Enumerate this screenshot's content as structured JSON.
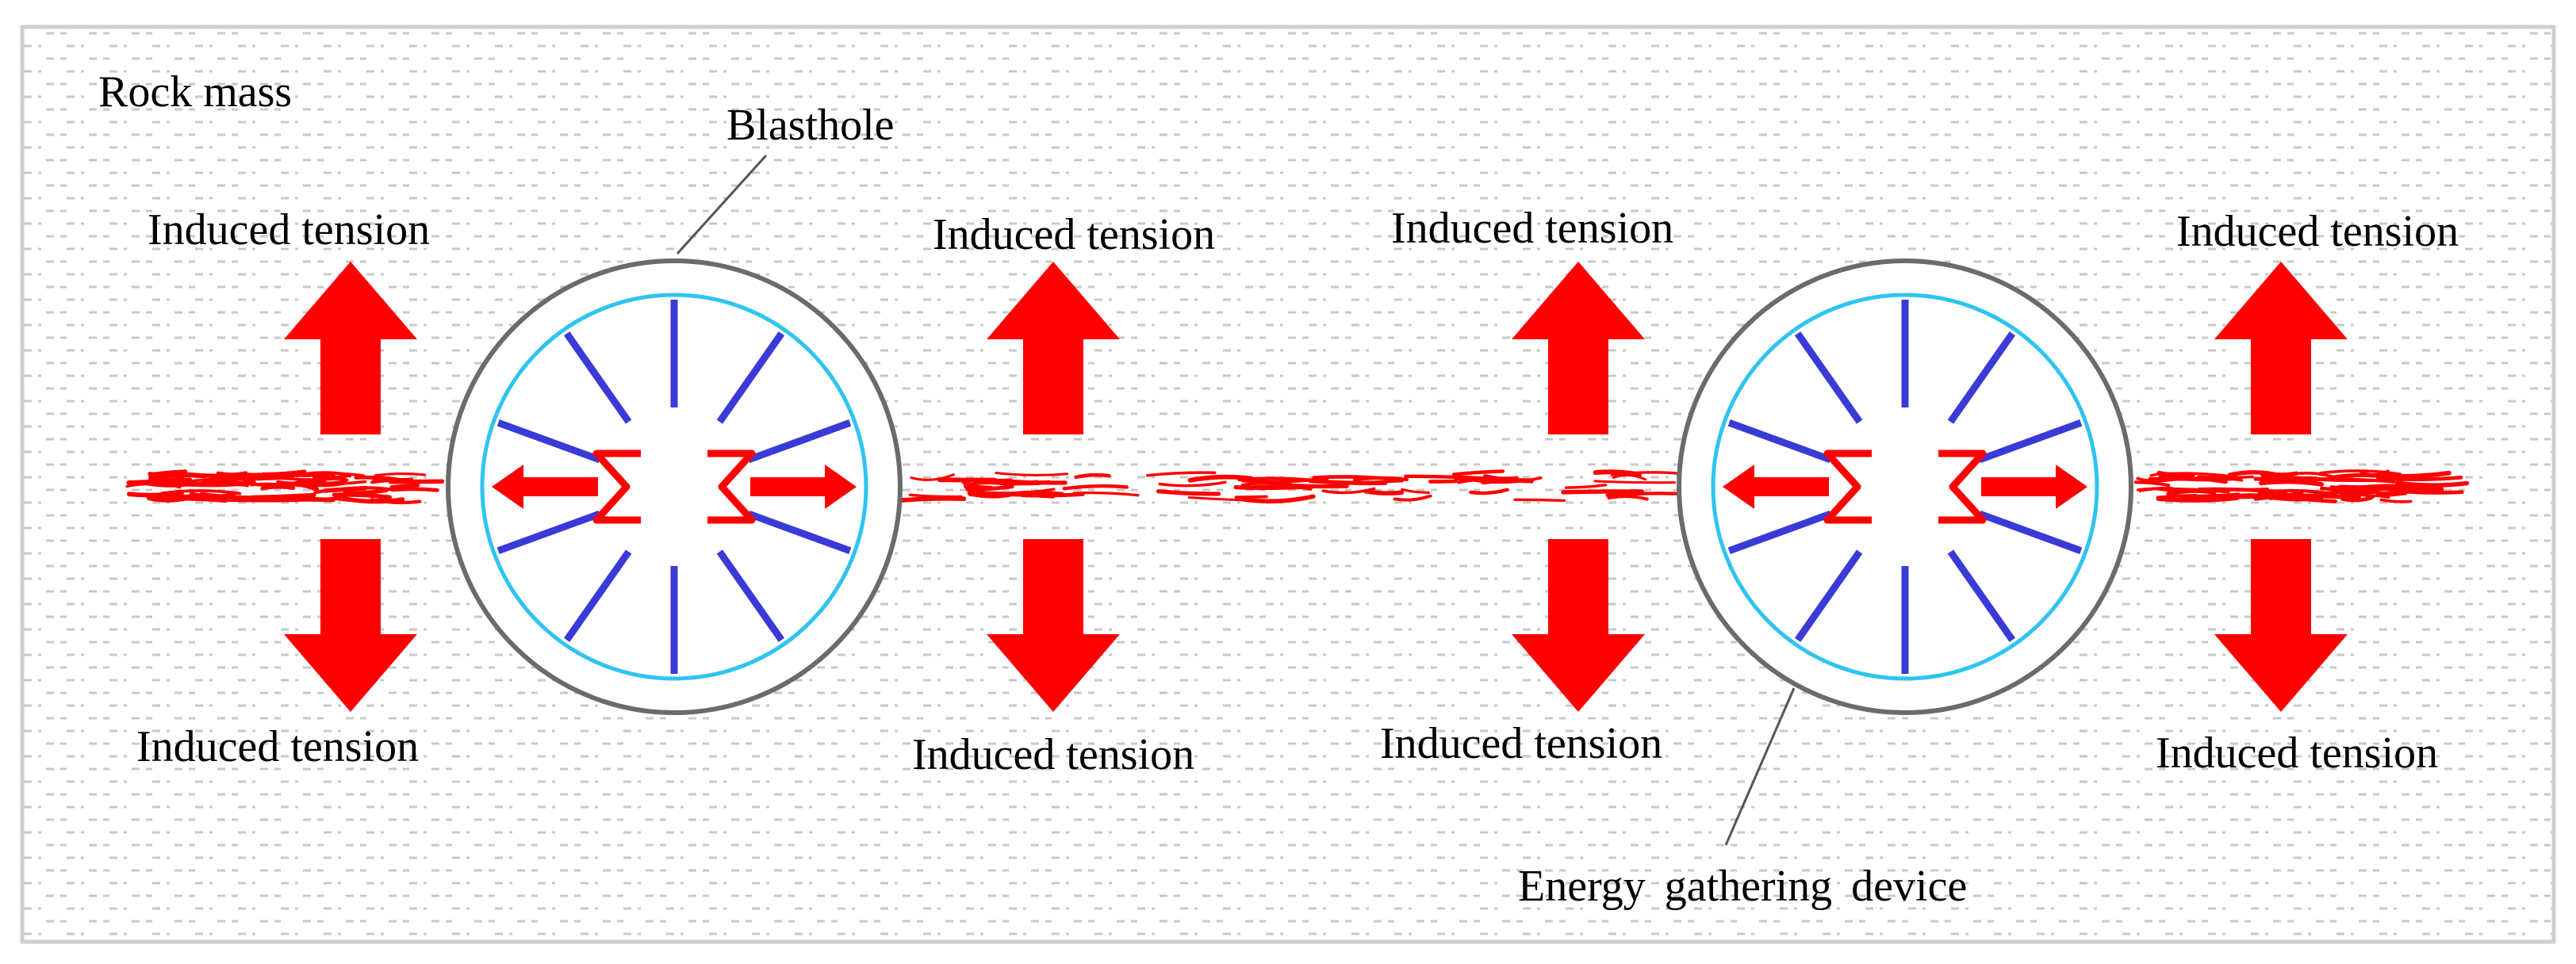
{
  "labels": {
    "rock_mass": "Rock mass",
    "blasthole": "Blasthole",
    "induced_tension": "Induced tension",
    "energy_device": "Energy gathering device"
  },
  "colors": {
    "background_dashes": "#c8c8c8",
    "frame": "#cfcfcf",
    "blasthole_ring": "#6b6b6b",
    "device_ring": "#2ec4f0",
    "device_spokes": "#3a3ad8",
    "crack_and_arrows": "#ff0000"
  },
  "icons": [
    "up-arrow-icon",
    "down-arrow-icon",
    "double-sided-arrow-icon"
  ]
}
